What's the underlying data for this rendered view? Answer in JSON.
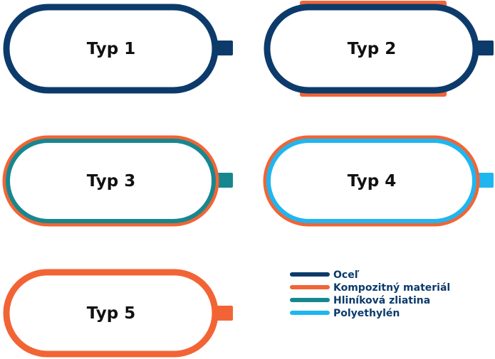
{
  "colors": {
    "steel": "#0c3b6b",
    "composite": "#f26435",
    "aluminium": "#17878f",
    "polyethylene": "#1fb6f0"
  },
  "tanks": [
    {
      "label": "Typ 1",
      "layers": [
        "steel"
      ]
    },
    {
      "label": "Typ 2",
      "layers": [
        "steel"
      ],
      "partial_wrap": "composite"
    },
    {
      "label": "Typ 3",
      "layers": [
        "composite",
        "aluminium"
      ]
    },
    {
      "label": "Typ 4",
      "layers": [
        "composite",
        "polyethylene"
      ]
    },
    {
      "label": "Typ 5",
      "layers": [
        "composite"
      ]
    }
  ],
  "legend": [
    {
      "label": "Oceľ",
      "color": "steel"
    },
    {
      "label": "Kompozitný materiál",
      "color": "composite"
    },
    {
      "label": "Hliníková zliatina",
      "color": "aluminium"
    },
    {
      "label": "Polyethylén",
      "color": "polyethylene"
    }
  ]
}
